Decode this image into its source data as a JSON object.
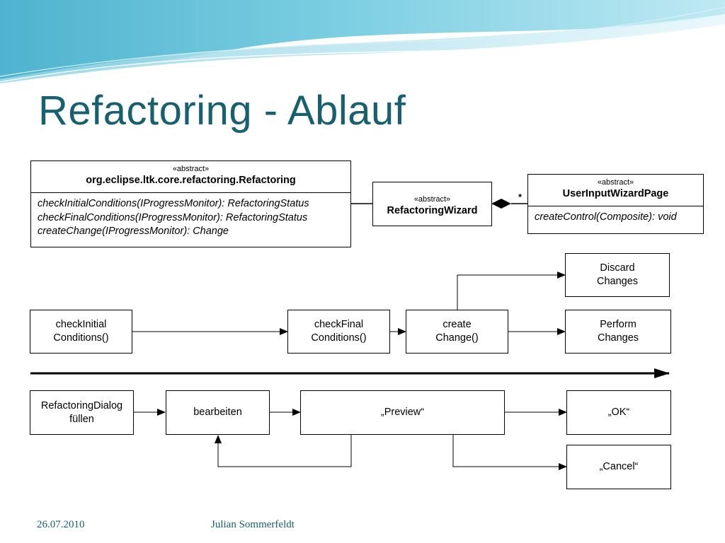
{
  "slide": {
    "title": "Refactoring - Ablauf",
    "footer": {
      "date": "26.07.2010",
      "author": "Julian Sommerfeldt"
    },
    "accent_color": "#17606f"
  },
  "uml": {
    "refactoring": {
      "stereotype": "«abstract»",
      "name": "org.eclipse.ltk.core.refactoring.Refactoring",
      "operations": [
        "checkInitialConditions(IProgressMonitor): RefactoringStatus",
        "checkFinalConditions(IProgressMonitor): RefactoringStatus",
        "createChange(IProgressMonitor): Change"
      ]
    },
    "wizard": {
      "stereotype": "«abstract»",
      "name": "RefactoringWizard"
    },
    "page": {
      "stereotype": "«abstract»",
      "name": "UserInputWizardPage",
      "operations": [
        "createControl(Composite): void"
      ]
    },
    "multiplicity": "*"
  },
  "flow": {
    "check_initial": {
      "line1": "checkInitial",
      "line2": "Conditions()"
    },
    "check_final": {
      "line1": "checkFinal",
      "line2": "Conditions()"
    },
    "create_change": {
      "line1": "create",
      "line2": "Change()"
    },
    "discard": {
      "line1": "Discard",
      "line2": "Changes"
    },
    "perform": {
      "line1": "Perform",
      "line2": "Changes"
    },
    "dialog": {
      "line1": "RefactoringDialog",
      "line2": "füllen"
    },
    "edit": {
      "label": "bearbeiten"
    },
    "preview": {
      "label": "„Preview“"
    },
    "ok": {
      "label": "„OK“"
    },
    "cancel": {
      "label": "„Cancel“"
    }
  }
}
